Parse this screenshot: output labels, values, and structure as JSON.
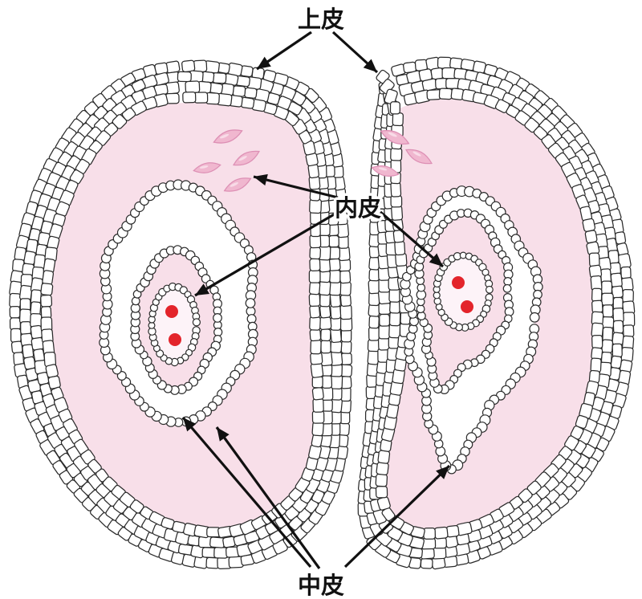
{
  "labels": {
    "epithelium": "上皮",
    "endothelium": "内皮",
    "mesothelium": "中皮"
  },
  "structures": {
    "left_lobe": {
      "red_blood_cells": 2,
      "spindle_cells": 4
    },
    "right_lobe": {
      "red_blood_cells": 2,
      "spindle_cells": 3
    },
    "epithelium_cell_rows": 4,
    "arrow_counts": {
      "epithelium": 2,
      "endothelium": 3,
      "mesothelium": 3
    }
  },
  "colors": {
    "tissue_pink": "#f8dfe9",
    "cell_fill": "#ffffff",
    "outline": "#2b2b2b",
    "cavity_fill": "#ffffff",
    "lumen_fill": "#fdf3f8",
    "red_blood_cell": "#e3242b",
    "spindle_fill": "#f0b7cf",
    "spindle_stroke": "#dd8fb4",
    "arrow": "#111111",
    "label": "#111111"
  }
}
